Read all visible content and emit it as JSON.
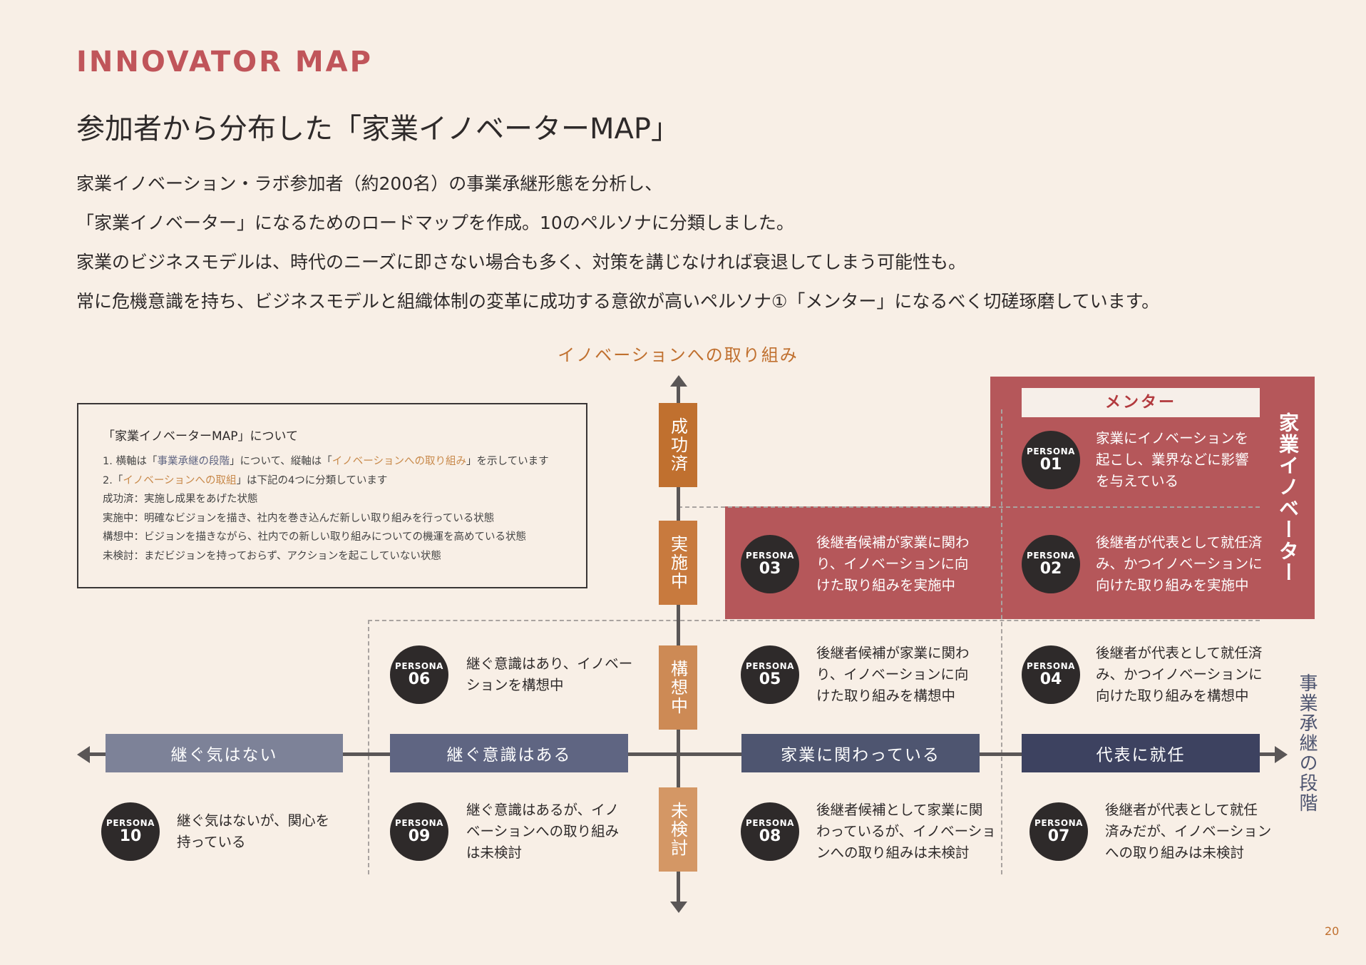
{
  "kicker": "INNOVATOR MAP",
  "heading": "参加者から分布した「家業イノベーターMAP」",
  "paragraphs": [
    "家業イノベーション・ラボ参加者（約200名）の事業承継形態を分析し、",
    "「家業イノベーター」になるためのロードマップを作成。10のペルソナに分類しました。",
    "家業のビジネスモデルは、時代のニーズに即さない場合も多く、対策を講じなければ衰退してしまう可能性も。",
    "常に危機意識を持ち、ビジネスモデルと組織体制の変革に成功する意欲が高いペルソナ①「メンター」になるべく切磋琢磨しています。"
  ],
  "axis": {
    "vertical_title": "イノベーションへの取り組み",
    "horizontal_title": "事業承継の段階"
  },
  "legend": {
    "title": "「家業イノベーターMAP」について",
    "l1a": "1. 横軸は「",
    "l1b": "事業承継の段階",
    "l1c": "」について、縦軸は「",
    "l1d": "イノベーションへの取り組み",
    "l1e": "」を示しています",
    "l2a": "2.「",
    "l2b": "イノベーションへの取組",
    "l2c": "」は下記の4つに分類しています",
    "l3": "成功済：実施し成果をあげた状態",
    "l4": "実施中：明確なビジョンを描き、社内を巻き込んだ新しい取り組みを行っている状態",
    "l5": "構想中：ビジョンを描きながら、社内での新しい取り組みについての機運を高めている状態",
    "l6": "未検討：まだビジョンを持っておらず、アクションを起こしていない状態"
  },
  "stages_vertical": [
    "成功済",
    "実施中",
    "構想中",
    "未検討"
  ],
  "stages_horizontal": [
    "継ぐ気はない",
    "継ぐ意識はある",
    "家業に関わっている",
    "代表に就任"
  ],
  "mentor_label": "メンター",
  "innovator_label": "家業イノベーター",
  "persona_prefix": "PERSONA",
  "personas": [
    {
      "num": "01",
      "text": "家業にイノベーションを\n起こし、業界などに影響\nを与えている"
    },
    {
      "num": "02",
      "text": "後継者が代表として就任済\nみ、かつイノベーションに\n向けた取り組みを実施中"
    },
    {
      "num": "03",
      "text": "後継者候補が家業に関わ\nり、イノベーションに向\nけた取り組みを実施中"
    },
    {
      "num": "04",
      "text": "後継者が代表として就任済\nみ、かつイノベーションに\n向けた取り組みを構想中"
    },
    {
      "num": "05",
      "text": "後継者候補が家業に関わ\nり、イノベーションに向\nけた取り組みを構想中"
    },
    {
      "num": "06",
      "text": "継ぐ意識はあり、イノベー\nションを構想中"
    },
    {
      "num": "07",
      "text": "後継者が代表として就任\n済みだが、イノベーション\nへの取り組みは未検討"
    },
    {
      "num": "08",
      "text": "後継者候補として家業に関\nわっているが、イノベーショ\nンへの取り組みは未検討"
    },
    {
      "num": "09",
      "text": "継ぐ意識はあるが、イノ\nベーションへの取り組み\nは未検討"
    },
    {
      "num": "10",
      "text": "継ぐ気はないが、関心を\n持っている"
    }
  ],
  "colors": {
    "accent": "#c0555a",
    "innovator_red": "#b5575a",
    "stage_orange": [
      "#c0702f",
      "#c87a3e",
      "#cd8a55",
      "#d49765"
    ],
    "stage_blue": [
      "#7d8298",
      "#5f6582",
      "#4e5570",
      "#3d4260"
    ]
  },
  "page_number": "20"
}
